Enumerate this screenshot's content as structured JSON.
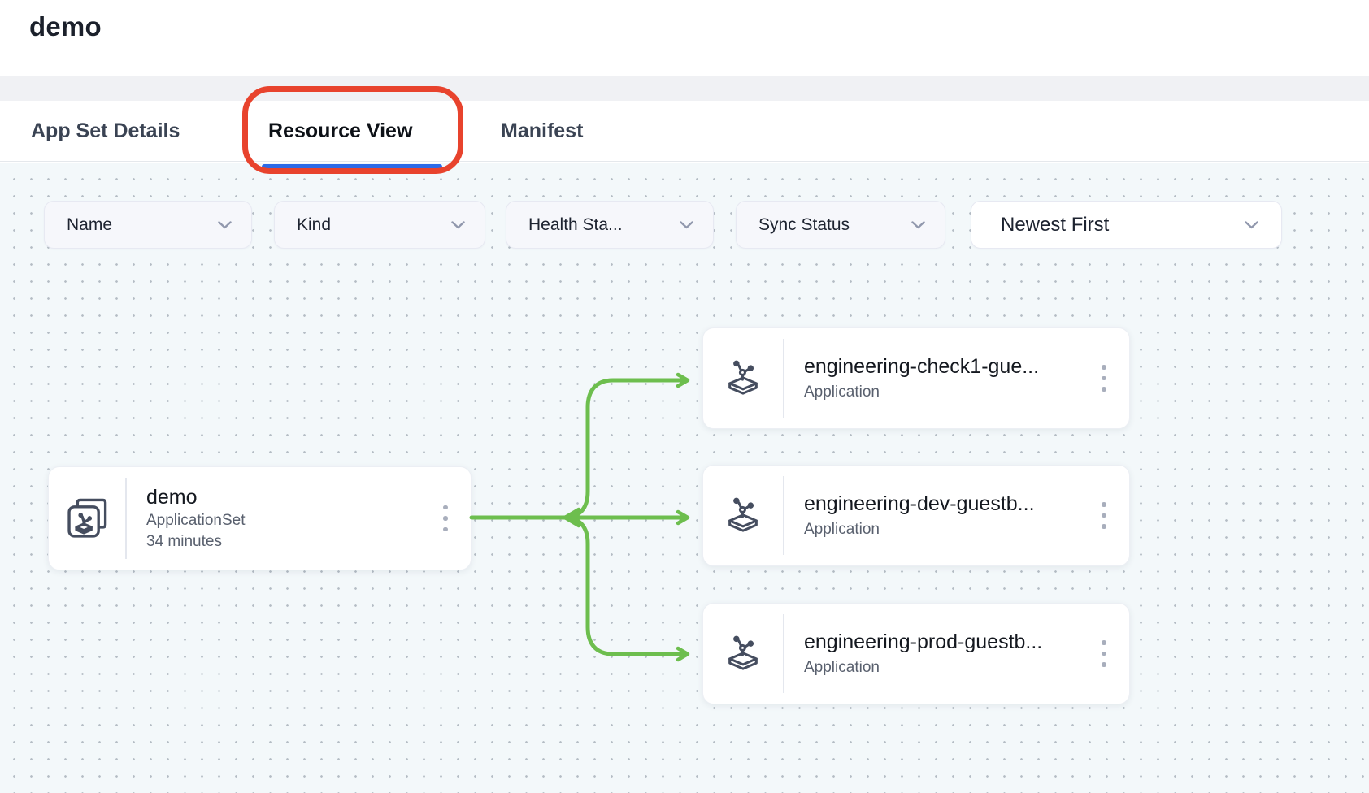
{
  "header": {
    "title": "demo"
  },
  "tabs": {
    "items": [
      {
        "label": "App Set Details",
        "active": false
      },
      {
        "label": "Resource View",
        "active": true
      },
      {
        "label": "Manifest",
        "active": false
      }
    ],
    "annotation": {
      "type": "red-oval-highlight",
      "target": "Resource View",
      "color": "#e8432d"
    }
  },
  "filters": {
    "name": {
      "label": "Name"
    },
    "kind": {
      "label": "Kind"
    },
    "health": {
      "label": "Health Sta..."
    },
    "sync": {
      "label": "Sync Status"
    }
  },
  "sort": {
    "label": "Newest First"
  },
  "graph": {
    "root": {
      "title": "demo",
      "kind": "ApplicationSet",
      "age": "34 minutes"
    },
    "children": [
      {
        "title": "engineering-check1-gue...",
        "kind": "Application"
      },
      {
        "title": "engineering-dev-guestb...",
        "kind": "Application"
      },
      {
        "title": "engineering-prod-guestb...",
        "kind": "Application"
      }
    ]
  },
  "icons": {
    "chevron_down": "v-shaped stroke chevron",
    "kebab": "three vertical dots",
    "applicationset": "stacked rounded squares with argo app glyph",
    "application": "isometric box with branch nodes"
  },
  "colors": {
    "accent_blue": "#2c6be8",
    "connector_green": "#6dbe4e",
    "annotation_red": "#e8432d",
    "canvas_bg": "#f3f8fa",
    "band_gray": "#f0f1f4"
  }
}
